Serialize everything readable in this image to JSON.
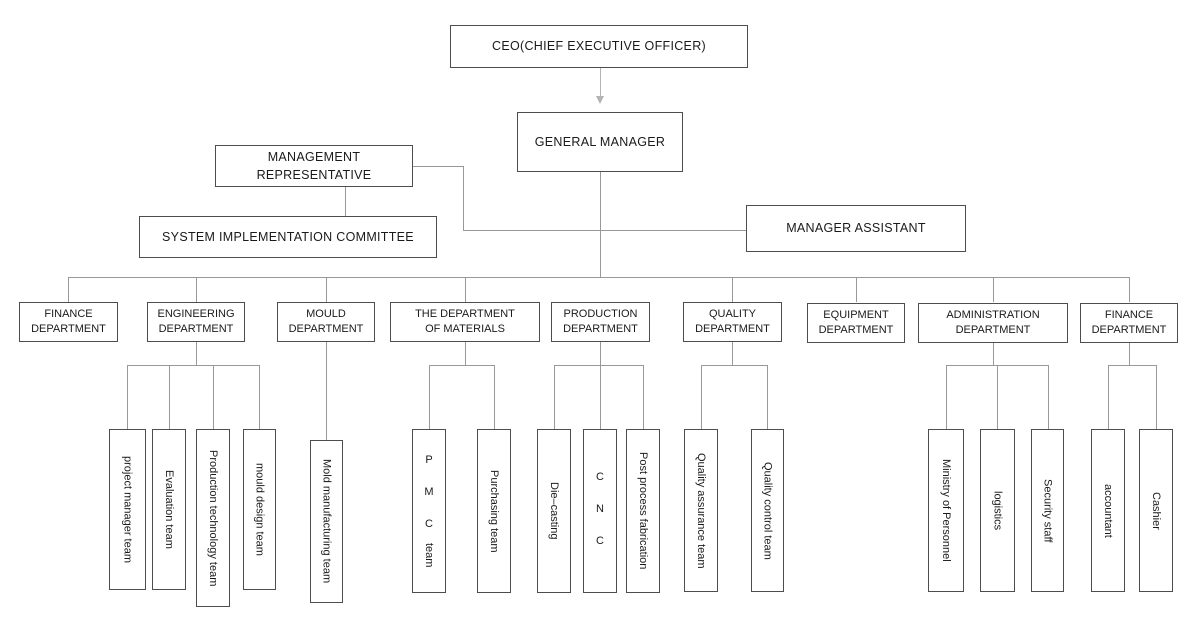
{
  "colors": {
    "background": "#ffffff",
    "box_border": "#4d4d4d",
    "connector_line": "#999999",
    "arrow": "#b3b3b3",
    "text": "#1a1a1a"
  },
  "nodes": {
    "ceo": {
      "label": "CEO(CHIEF EXECUTIVE OFFICER)"
    },
    "general_manager": {
      "label": "GENERAL MANAGER"
    },
    "management_representative": {
      "line1": "MANAGEMENT",
      "line2": "REPRESENTATIVE"
    },
    "system_implementation_committee": {
      "label": "SYSTEM IMPLEMENTATION COMMITTEE"
    },
    "manager_assistant": {
      "label": "MANAGER ASSISTANT"
    },
    "departments": [
      {
        "line1": "FINANCE",
        "line2": "DEPARTMENT"
      },
      {
        "line1": "ENGINEERING",
        "line2": "DEPARTMENT"
      },
      {
        "line1": "MOULD",
        "line2": "DEPARTMENT"
      },
      {
        "line1": "THE DEPARTMENT",
        "line2": "OF MATERIALS"
      },
      {
        "line1": "PRODUCTION",
        "line2": "DEPARTMENT"
      },
      {
        "line1": "QUALITY",
        "line2": "DEPARTMENT"
      },
      {
        "line1": "EQUIPMENT",
        "line2": "DEPARTMENT"
      },
      {
        "line1": "ADMINISTRATION",
        "line2": "DEPARTMENT"
      },
      {
        "line1": "FINANCE",
        "line2": "DEPARTMENT"
      }
    ],
    "teams": {
      "engineering": [
        {
          "label": "project manager team"
        },
        {
          "label": "Evaluation team"
        },
        {
          "label": "Production technology team"
        },
        {
          "label": "mould design team"
        }
      ],
      "mould": [
        {
          "label": "Mold manufacturing team"
        }
      ],
      "materials": [
        {
          "upright": "P M C",
          "rotated": "team"
        },
        {
          "label": "Purchasing team"
        }
      ],
      "production": [
        {
          "label": "Die–casting"
        },
        {
          "upright": "C N C"
        },
        {
          "label": "Post process fabrication"
        }
      ],
      "quality": [
        {
          "label": "Quality assurance team"
        },
        {
          "label": "Quality control team"
        }
      ],
      "administration": [
        {
          "label": "Ministry of Personnel"
        },
        {
          "label": "logistics"
        },
        {
          "label": "Security staff"
        }
      ],
      "finance": [
        {
          "label": "accountant"
        },
        {
          "label": "Cashier"
        }
      ]
    }
  }
}
